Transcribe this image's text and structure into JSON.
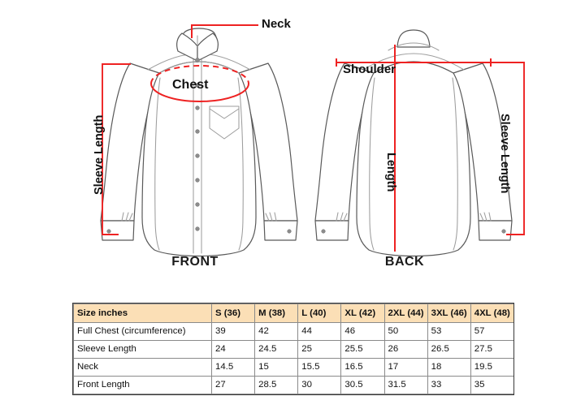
{
  "diagram": {
    "front": {
      "caption": "FRONT",
      "labels": {
        "neck": "Neck",
        "chest": "Chest",
        "sleeve_length": "Sleeve Length"
      }
    },
    "back": {
      "caption": "BACK",
      "labels": {
        "shoulder": "Shoulder",
        "length": "Length",
        "sleeve_length": "Sleeve Length"
      }
    },
    "colors": {
      "measure_line": "#ee2222",
      "garment_outline": "#595959",
      "garment_detail": "#9a9a9a",
      "button": "#8c8c8c",
      "background": "#ffffff"
    }
  },
  "table": {
    "header": [
      "Size inches",
      "S (36)",
      "M (38)",
      "L (40)",
      "XL (42)",
      "2XL (44)",
      "3XL (46)",
      "4XL (48)"
    ],
    "rows": [
      {
        "label": "Full Chest (circumference)",
        "values": [
          "39",
          "42",
          "44",
          "46",
          "50",
          "53",
          "57"
        ]
      },
      {
        "label": "Sleeve Length",
        "values": [
          "24",
          "24.5",
          "25",
          "25.5",
          "26",
          "26.5",
          "27.5"
        ]
      },
      {
        "label": "Neck",
        "values": [
          "14.5",
          "15",
          "15.5",
          "16.5",
          "17",
          "18",
          "19.5"
        ]
      },
      {
        "label": "Front Length",
        "values": [
          "27",
          "28.5",
          "30",
          "30.5",
          "31.5",
          "33",
          "35"
        ]
      }
    ],
    "header_bg": "#fbdfb6",
    "border_color": "#8a8a8a"
  }
}
